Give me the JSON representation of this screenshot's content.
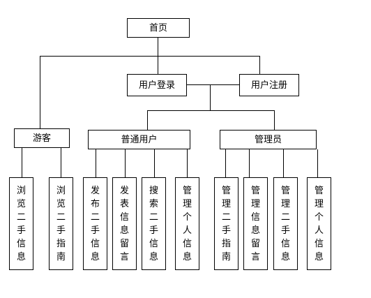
{
  "diagram": {
    "root": "首页",
    "login": "用户登录",
    "register": "用户注册",
    "guest": {
      "title": "游客",
      "children": [
        "浏览二手信息",
        "浏览二手指南"
      ]
    },
    "user": {
      "title": "普通用户",
      "children": [
        "发布二手信息",
        "发表信息留言",
        "搜索二手信息",
        "管理个人信息"
      ]
    },
    "admin": {
      "title": "管理员",
      "children": [
        "管理二手指南",
        "管理信息留言",
        "管理二手信息",
        "管理个人信息"
      ]
    }
  }
}
